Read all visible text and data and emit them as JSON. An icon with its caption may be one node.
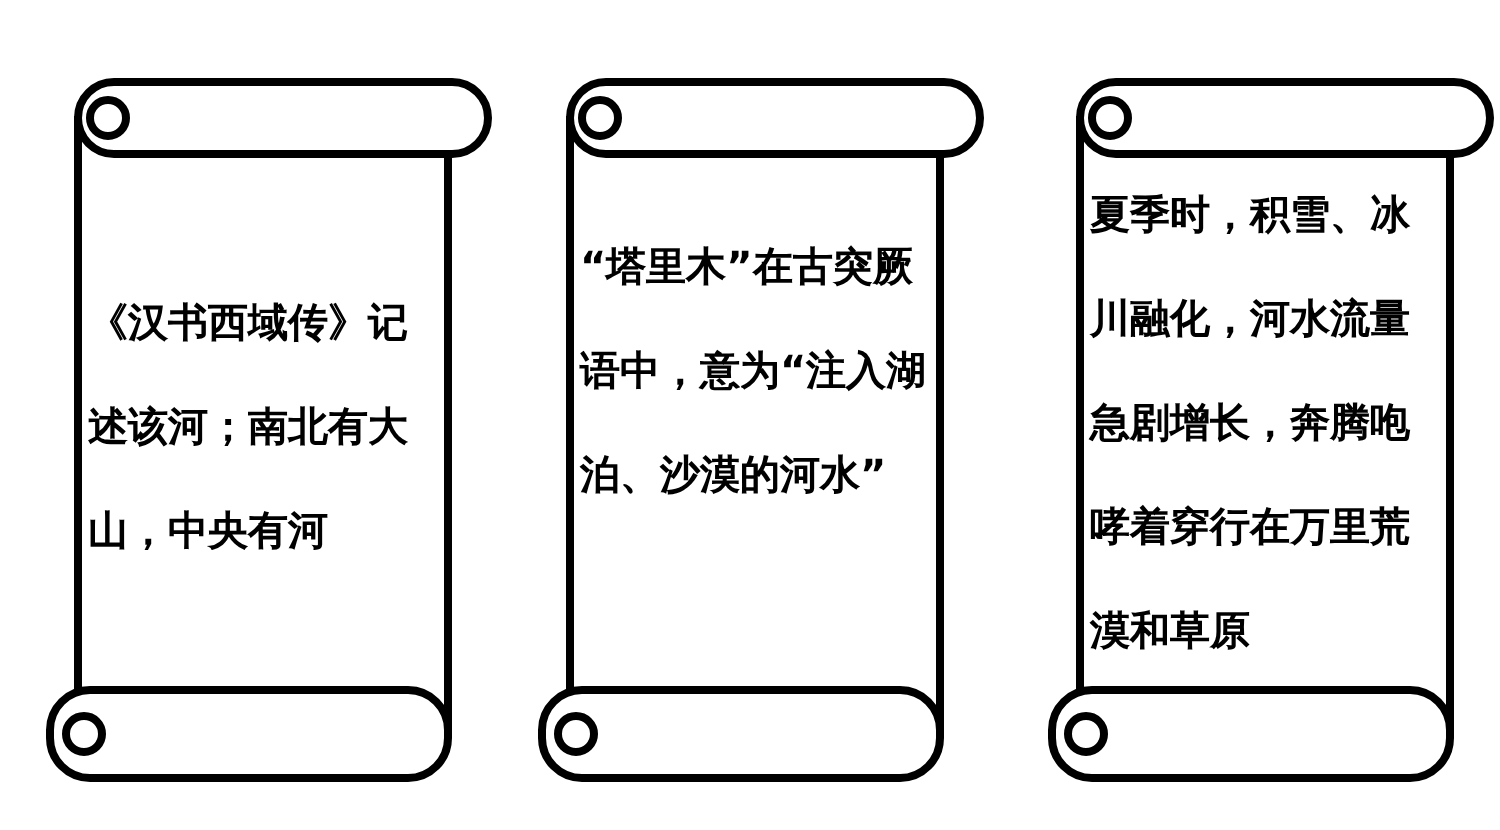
{
  "diagram": {
    "nodes": [
      {
        "text": [
          "《汉书西域传》记述该河；南北有大山，中央有河"
        ]
      },
      {
        "text": [
          "“塔里木”在古突厥语中，意为“注入湖泊、沙漠的河水”"
        ]
      },
      {
        "text": [
          "夏季时，积雪、冰川融化，河水流量急剧增长，奔腾咆哮着穿行在万里荒漠和草原"
        ]
      }
    ]
  }
}
